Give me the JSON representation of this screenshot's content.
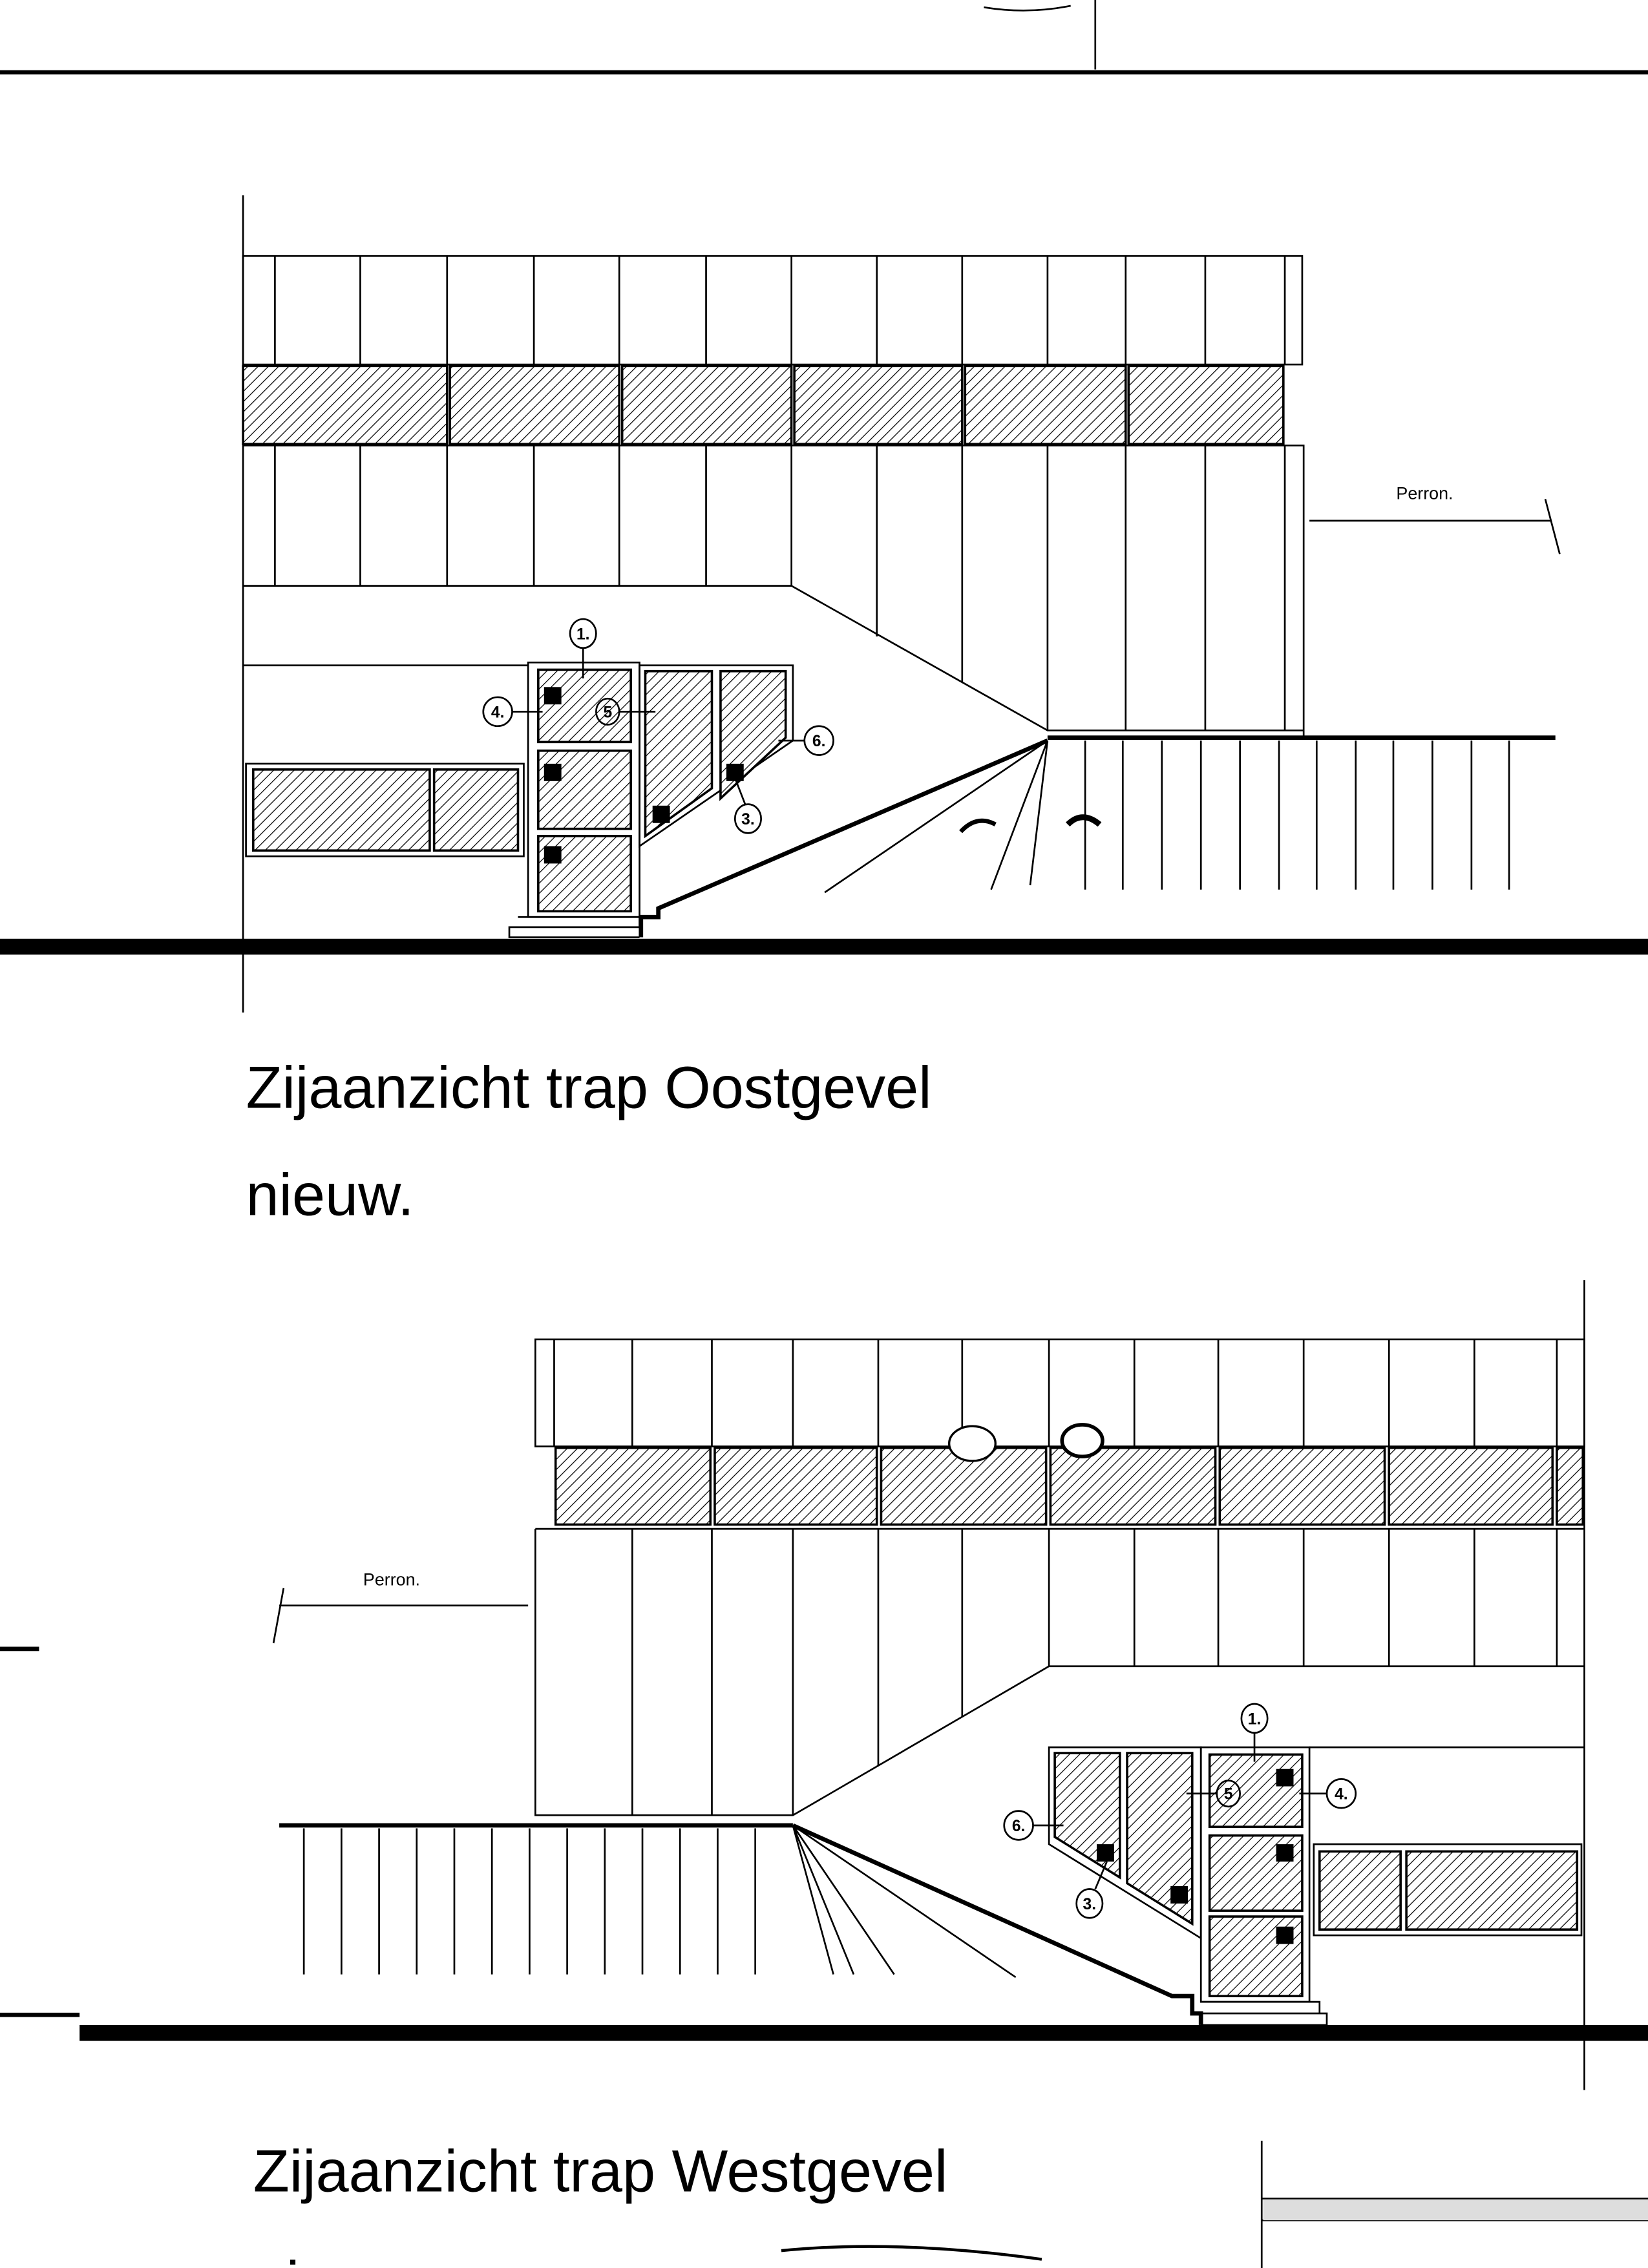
{
  "top_view": {
    "perron_label": "Perron.",
    "title_line1": "Zijaanzicht trap Oostgevel",
    "title_line2": "nieuw.",
    "callouts": [
      "1.",
      "4.",
      "5",
      "6.",
      "3."
    ]
  },
  "bottom_view": {
    "perron_label": "Perron.",
    "title_line1": "Zijaanzicht trap Westgevel",
    "title_line2": "nieuw",
    "callouts": [
      "1.",
      "5",
      "4.",
      "6.",
      "3."
    ]
  }
}
